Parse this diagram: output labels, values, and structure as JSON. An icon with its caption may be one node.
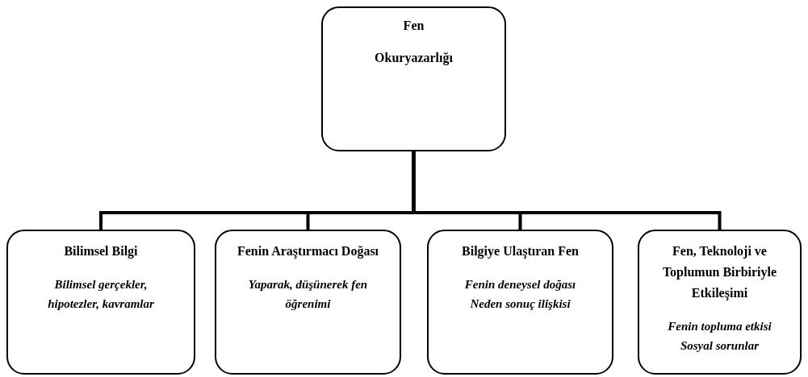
{
  "diagram": {
    "nodes": [
      {
        "text": [
          "Fen",
          "Okuryazarlığı"
        ]
      },
      {
        "text": [
          "Bilimsel Bilgi",
          "Bilimsel gerçekler, hipotezler, kavramlar"
        ]
      },
      {
        "text": [
          "Fenin Araştırmacı Doğası",
          "Yaparak, düşünerek fen öğrenimi"
        ]
      },
      {
        "text": [
          "Bilgiye Ulaştıran Fen",
          "Fenin deneysel doğası",
          "Neden sonuç ilişkisi"
        ]
      },
      {
        "text": [
          "Fen, Teknoloji ve Toplumun Birbiriyle Etkileşimi",
          "Fenin topluma etkisi",
          "Sosyal sorunlar"
        ]
      }
    ],
    "edges": [
      {
        "from": 0,
        "to": 1,
        "arrow": "none"
      },
      {
        "from": 0,
        "to": 2,
        "arrow": "none"
      },
      {
        "from": 0,
        "to": 3,
        "arrow": "none"
      },
      {
        "from": 0,
        "to": 4,
        "arrow": "none"
      }
    ]
  }
}
